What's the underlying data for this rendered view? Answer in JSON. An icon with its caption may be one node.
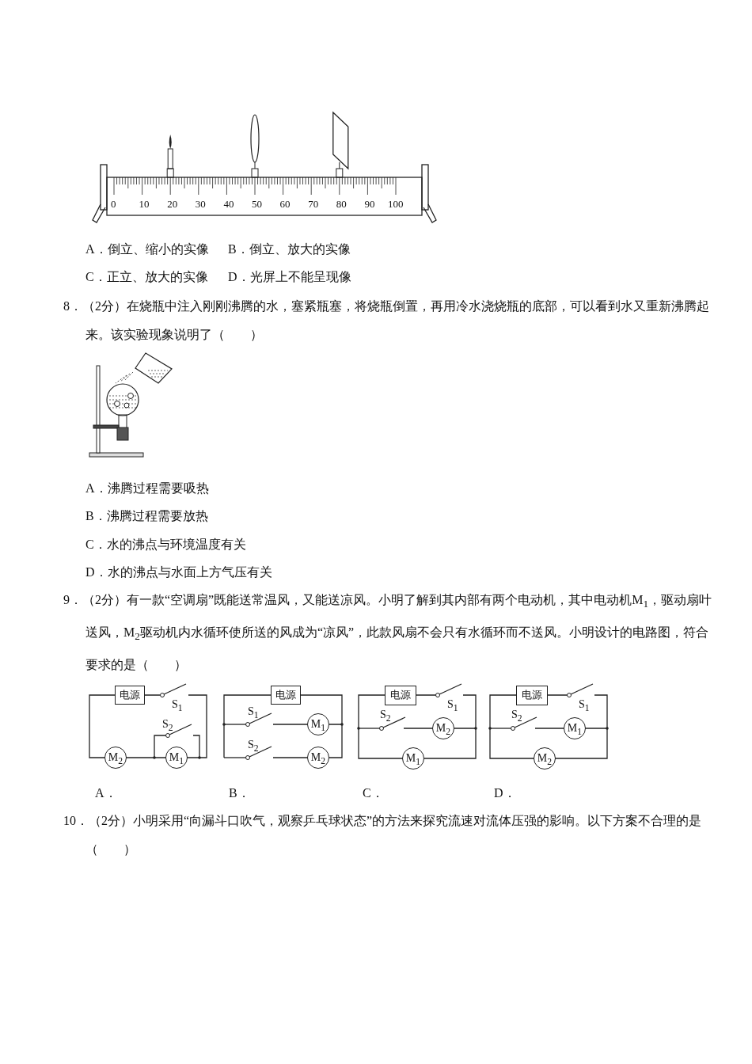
{
  "diagram": {
    "nodes": [
      {
        "text": [
          "电源"
        ]
      },
      {
        "text": [
          "M$_{2}$"
        ]
      },
      {
        "text": [
          "M$_{1}$"
        ]
      },
      {
        "text": [
          "电源"
        ]
      },
      {
        "text": [
          "M$_{1}$"
        ]
      },
      {
        "text": [
          "M$_{2}$"
        ]
      },
      {
        "text": [
          "电源"
        ]
      },
      {
        "text": [
          "M$_{2}$"
        ]
      },
      {
        "text": [
          "M$_{1}$"
        ]
      },
      {
        "text": [
          "电源"
        ]
      },
      {
        "text": [
          "M$_{1}$"
        ]
      },
      {
        "text": [
          "M$_{2}$"
        ]
      }
    ],
    "labels": [
      "0",
      "10",
      "20",
      "30",
      "40",
      "50",
      "60",
      "70",
      "80",
      "90",
      "100",
      "A．倒立、缩小的实像",
      "B．倒立、放大的实像",
      "C．正立、放大的实像",
      "D．光屏上不能呈现像",
      "8．（2分）在烧瓶中注入刚刚沸腾的水，塞紧瓶塞，将烧瓶倒置，再用冷水浇烧瓶的底部，可以看到水又重新沸腾起来。该实验现象说明了（　　）",
      "A．沸腾过程需要吸热",
      "B．沸腾过程需要放热",
      "C．水的沸点与环境温度有关",
      "D．水的沸点与水面上方气压有关",
      "9．（2分）有一款“空调扇”既能送常温风，又能送凉风。小明了解到其内部有两个电动机，其中电动机M$_{1}$，驱动扇叶送风，M$_{2}$驱动机内水循环使所送的风成为“凉风”，此款风扇不会只有水循环而不送风。小明设计的电路图，符合要求的是（　　）",
      "S$_{1}$",
      "S$_{2}$",
      "S$_{1}$",
      "S$_{2}$",
      "S$_{1}$",
      "S$_{2}$",
      "S$_{1}$",
      "S$_{2}$",
      "A．",
      "B．",
      "C．",
      "D．",
      "10．（2分）小明采用“向漏斗口吹气，观察乒乓球状态”的方法来探究流速对流体压强的影响。以下方案不合理的是（　　）"
    ]
  }
}
